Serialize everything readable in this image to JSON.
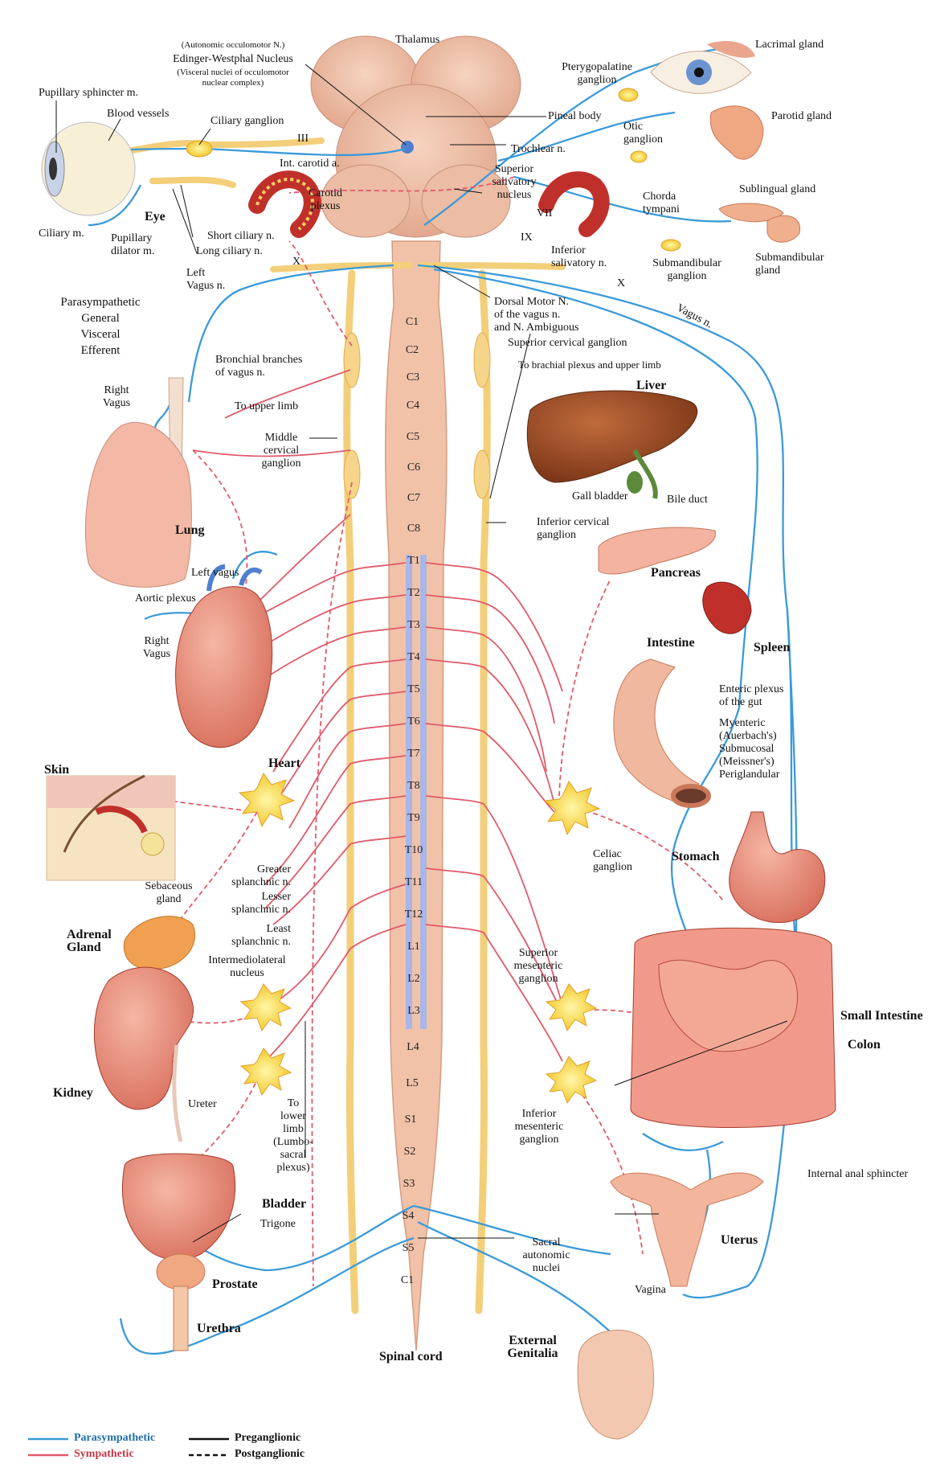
{
  "colors": {
    "parasympathetic": "#3a9ad9",
    "sympathetic": "#e05a6a",
    "cord": "#f2c2a8",
    "ganglion": "#f6e25a",
    "nerve": "#f3d27a",
    "organ": "#e98a78"
  },
  "labels": {
    "autonomic_oculomotor": "(Autonomic occulomotor N.)",
    "edinger": "Edinger-Westphal Nucleus",
    "visceral_nuclei": "(Visceral nuclei of occulomotor\nnuclear complex)",
    "thalamus": "Thalamus",
    "lacrimal": "Lacrimal gland",
    "pterygopalatine": "Pterygopalatine\nganglion",
    "pupillary_sphincter": "Pupillary sphincter m.",
    "blood_vessels": "Blood vessels",
    "ciliary_ganglion": "Ciliary ganglion",
    "iii": "III",
    "pineal": "Pineal body",
    "parotid": "Parotid gland",
    "otic": "Otic\nganglion",
    "trochlear": "Trochlear n.",
    "int_carotid": "Int. carotid a.",
    "carotid_plexus": "Carotid\nplexus",
    "sup_salivatory": "Superior\nsalivatory\nnucleus",
    "vii": "VII",
    "chorda": "Chorda\ntympani",
    "sublingual": "Sublingual gland",
    "eye": "Eye",
    "ciliary_m": "Ciliary m.",
    "pupillary_dilator": "Pupillary\ndilator m.",
    "short_ciliary": "Short ciliary n.",
    "long_ciliary": "Long ciliary n.",
    "ix": "IX",
    "inf_salivatory": "Inferior\nsalivatory n.",
    "submandibular_ganglion": "Submandibular\nganglion",
    "submandibular_gland": "Submandibular\ngland",
    "x1": "X",
    "x2": "X",
    "left_vagus": "Left\nVagus n.",
    "dorsal_motor": "Dorsal Motor N.\nof the vagus n.\nand N. Ambiguous",
    "vagus_n": "Vagus n.",
    "parasym_gve": "Parasympathetic\nGeneral\nVisceral\nEfferent",
    "bronchial": "Bronchial branches\nof vagus n.",
    "sup_cervical": "Superior cervical ganglion",
    "brachial": "To brachial plexus and upper limb",
    "right_vagus1": "Right\nVagus",
    "liver": "Liver",
    "to_upper_limb": "To upper limb",
    "middle_cervical": "Middle\ncervical\nganglion",
    "gall_bladder": "Gall bladder",
    "bile_duct": "Bile duct",
    "lung": "Lung",
    "inf_cervical": "Inferior cervical\nganglion",
    "left_vagus2": "Left vagus",
    "pancreas": "Pancreas",
    "aortic_plexus": "Aortic plexus",
    "right_vagus2": "Right\nVagus",
    "intestine": "Intestine",
    "spleen": "Spleen",
    "enteric": "Enteric plexus\nof the gut",
    "myenteric": "Myenteric\n(Auerbach's)\nSubmucosal\n(Meissner's)\nPeriglandular",
    "heart": "Heart",
    "skin": "Skin",
    "celiac": "Celiac\nganglion",
    "stomach": "Stomach",
    "greater_splanchnic": "Greater\nsplanchnic n.",
    "lesser_splanchnic": "Lesser\nsplanchnic n.",
    "least_splanchnic": "Least\nsplanchnic n.",
    "sebaceous": "Sebaceous\ngland",
    "adrenal": "Adrenal\nGland",
    "intermediolateral": "Intermediolateral\nnucleus",
    "sup_mesenteric": "Superior\nmesenteric\nganglion",
    "small_intestine": "Small Intestine",
    "colon": "Colon",
    "kidney": "Kidney",
    "ureter": "Ureter",
    "to_lower_limb": "To\nlower\nlimb\n(Lumbo-\nsacral\nplexus)",
    "inf_mesenteric": "Inferior\nmesenteric\nganglion",
    "internal_anal": "Internal anal sphincter",
    "bladder": "Bladder",
    "trigone": "Trigone",
    "sacral_nuclei": "Sacral\nautonomic\nnuclei",
    "uterus": "Uterus",
    "prostate": "Prostate",
    "vagina": "Vagina",
    "urethra": "Urethra",
    "spinal_cord": "Spinal cord",
    "external_genitalia": "External\nGenitalia"
  },
  "segments": [
    "C1",
    "C2",
    "C3",
    "C4",
    "C5",
    "C6",
    "C7",
    "C8",
    "T1",
    "T2",
    "T3",
    "T4",
    "T5",
    "T6",
    "T7",
    "T8",
    "T9",
    "T10",
    "T11",
    "T12",
    "L1",
    "L2",
    "L3",
    "L4",
    "L5",
    "S1",
    "S2",
    "S3",
    "S4",
    "S5",
    "C1"
  ],
  "legend": {
    "parasympathetic": "Parasympathetic",
    "sympathetic": "Sympathetic",
    "preganglionic": "Preganglionic",
    "postganglionic": "Postganglionic"
  }
}
